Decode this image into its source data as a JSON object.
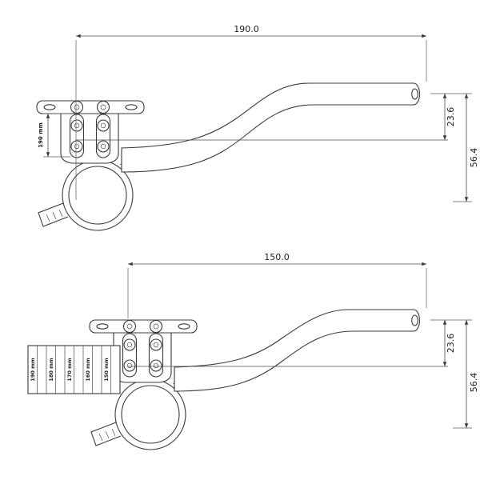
{
  "colors": {
    "line": "#3a3a3a",
    "text": "#1c1c1c",
    "background": "#ffffff"
  },
  "diagram": {
    "top_view": {
      "length": "190.0",
      "drop": "23.6",
      "stack": "56.4",
      "extension_label": "190 mm"
    },
    "bottom_view": {
      "length": "150.0",
      "drop": "23.6",
      "stack": "56.4",
      "ruler_labels": [
        "190 mm",
        "180 mm",
        "170 mm",
        "160 mm",
        "150 mm"
      ]
    }
  }
}
